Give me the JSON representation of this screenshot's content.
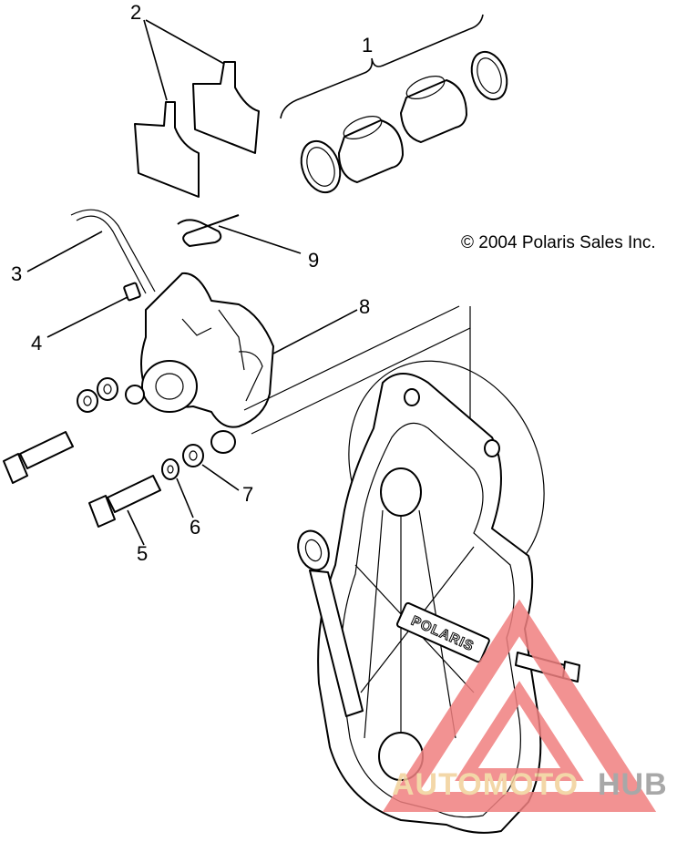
{
  "callouts": [
    {
      "id": "1",
      "label": "1"
    },
    {
      "id": "2",
      "label": "2"
    },
    {
      "id": "3",
      "label": "3"
    },
    {
      "id": "4",
      "label": "4"
    },
    {
      "id": "5",
      "label": "5"
    },
    {
      "id": "6",
      "label": "6"
    },
    {
      "id": "7",
      "label": "7"
    },
    {
      "id": "8",
      "label": "8"
    },
    {
      "id": "9",
      "label": "9"
    }
  ],
  "copyright": "© 2004 Polaris Sales Inc.",
  "cover_logo": "POLARIS",
  "watermark": {
    "part1": "AUTOMOTO",
    "part2": "HUB",
    "color_triangle": "#f08080",
    "color_auto": "#f2d19a",
    "color_hub": "#9a9a9a"
  }
}
